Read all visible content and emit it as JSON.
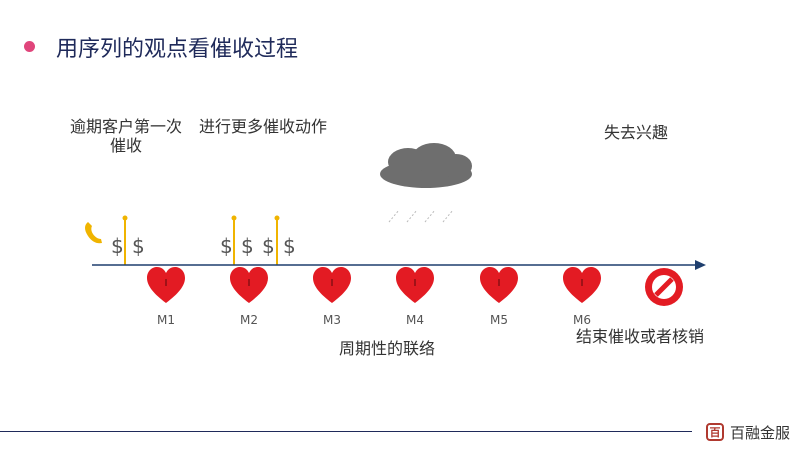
{
  "slide": {
    "title": "用序列的观点看催收过程",
    "labels": {
      "first_collection": "逾期客户第一次催收",
      "more_actions": "进行更多催收动作",
      "lose_interest": "失去兴趣",
      "periodic_contact": "周期性的联络",
      "end_collection": "结束催收或者核销"
    },
    "months": [
      "M1",
      "M2",
      "M3",
      "M4",
      "M5",
      "M6"
    ],
    "dollar_sign": "$",
    "colors": {
      "title": "#1f2a5a",
      "accent_dot": "#e0457b",
      "heart": "#e31b23",
      "pin": "#f0b400",
      "axis": "#1f3f6e"
    },
    "icons": [
      "phone-icon",
      "pin-icon",
      "heart-icon",
      "cloud-icon",
      "rain-icon",
      "stop-icon",
      "brand-logo-icon"
    ],
    "brand": {
      "name": "百融金服",
      "logo_char": "百"
    }
  }
}
